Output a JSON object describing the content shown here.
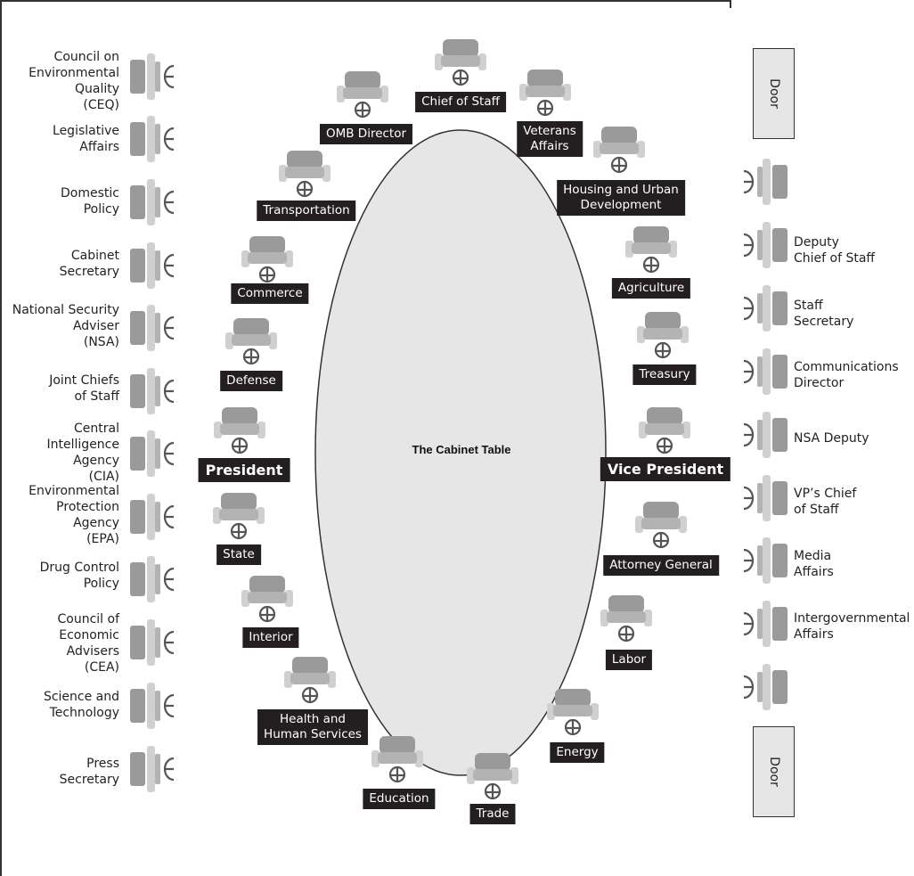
{
  "table": {
    "label": "The Cabinet Table"
  },
  "doors": [
    {
      "label": "Door"
    },
    {
      "label": "Door"
    }
  ],
  "left_wall_seats": [
    "Council on\nEnvironmental\nQuality\n(CEQ)",
    "Legislative\nAffairs",
    "Domestic\nPolicy",
    "Cabinet\nSecretary",
    "National Security\nAdviser\n(NSA)",
    "Joint Chiefs\nof Staff",
    "Central\nIntelligence\nAgency\n(CIA)",
    "Environmental\nProtection\nAgency\n(EPA)",
    "Drug Control\nPolicy",
    "Council of\nEconomic\nAdvisers\n(CEA)",
    "Science and\nTechnology",
    "Press\nSecretary"
  ],
  "right_wall_seats": [
    "",
    "Deputy\nChief of Staff",
    "Staff\nSecretary",
    "Communications\nDirector",
    "NSA Deputy",
    "VP’s Chief\nof Staff",
    "Media\nAffairs",
    "Intergovernmental\nAffairs",
    ""
  ],
  "table_seats": [
    "Chief of Staff",
    "Veterans\nAffairs",
    "Housing and Urban\nDevelopment",
    "Agriculture",
    "Treasury",
    "Vice President",
    "Attorney General",
    "Labor",
    "Energy",
    "Trade",
    "Education",
    "Health and\nHuman Services",
    "Interior",
    "State",
    "President",
    "Defense",
    "Commerce",
    "Transportation",
    "OMB Director"
  ]
}
